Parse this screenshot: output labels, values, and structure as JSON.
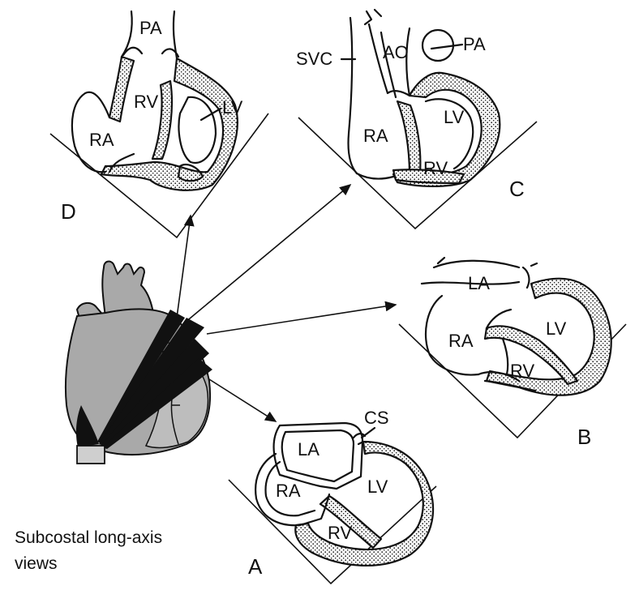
{
  "colors": {
    "ink": "#111111",
    "heart_fill": "#a9a9a9",
    "probe_fill": "#cfcfcf",
    "beam": "#111111"
  },
  "panels": {
    "a": {
      "letter": "A",
      "labels": {
        "la": "LA",
        "ra": "RA",
        "lv": "LV",
        "rv": "RV",
        "cs": "CS"
      }
    },
    "b": {
      "letter": "B",
      "labels": {
        "la": "LA",
        "ra": "RA",
        "lv": "LV",
        "rv": "RV"
      }
    },
    "c": {
      "letter": "C",
      "labels": {
        "svc": "SVC",
        "ao": "AO",
        "pa": "PA",
        "ra": "RA",
        "lv": "LV",
        "rv": "RV"
      }
    },
    "d": {
      "letter": "D",
      "labels": {
        "pa": "PA",
        "rv": "RV",
        "lv": "LV",
        "ra": "RA"
      }
    }
  },
  "caption": {
    "line1": "Subcostal long-axis",
    "line2": "views"
  }
}
